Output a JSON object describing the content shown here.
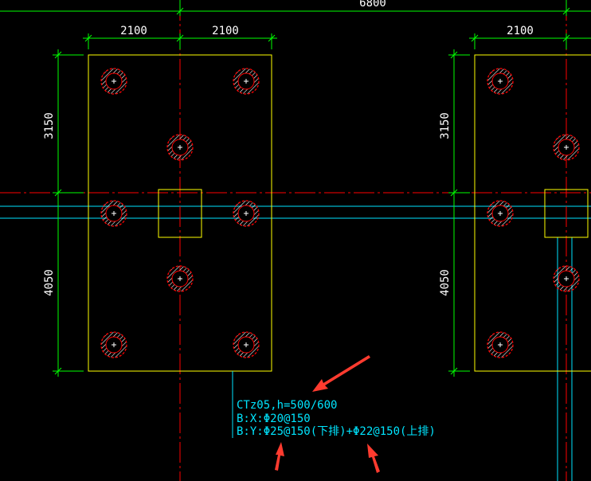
{
  "drawing": {
    "dimensions": {
      "top_total": "6800",
      "left_half": "2100",
      "right_half": "2100",
      "right_cap_width": "2100",
      "left_upper": "3150",
      "left_lower": "4050",
      "right_upper": "3150",
      "right_lower": "4050"
    },
    "annotation": {
      "line1": "CTz05,h=500/600",
      "line2": "B:X:Φ20@150",
      "line3": "B:Y:Φ25@150(下排)+Φ22@150(上排)"
    },
    "colors": {
      "background": "#000000",
      "dimension": "#00ff00",
      "axis": "#ff0000",
      "cap_outline": "#ffff00",
      "beam": "#00e5ff",
      "pile": "#ff0000",
      "text": "#ffffff",
      "note": "#00e5ff",
      "arrow": "#ff3b2f"
    }
  }
}
